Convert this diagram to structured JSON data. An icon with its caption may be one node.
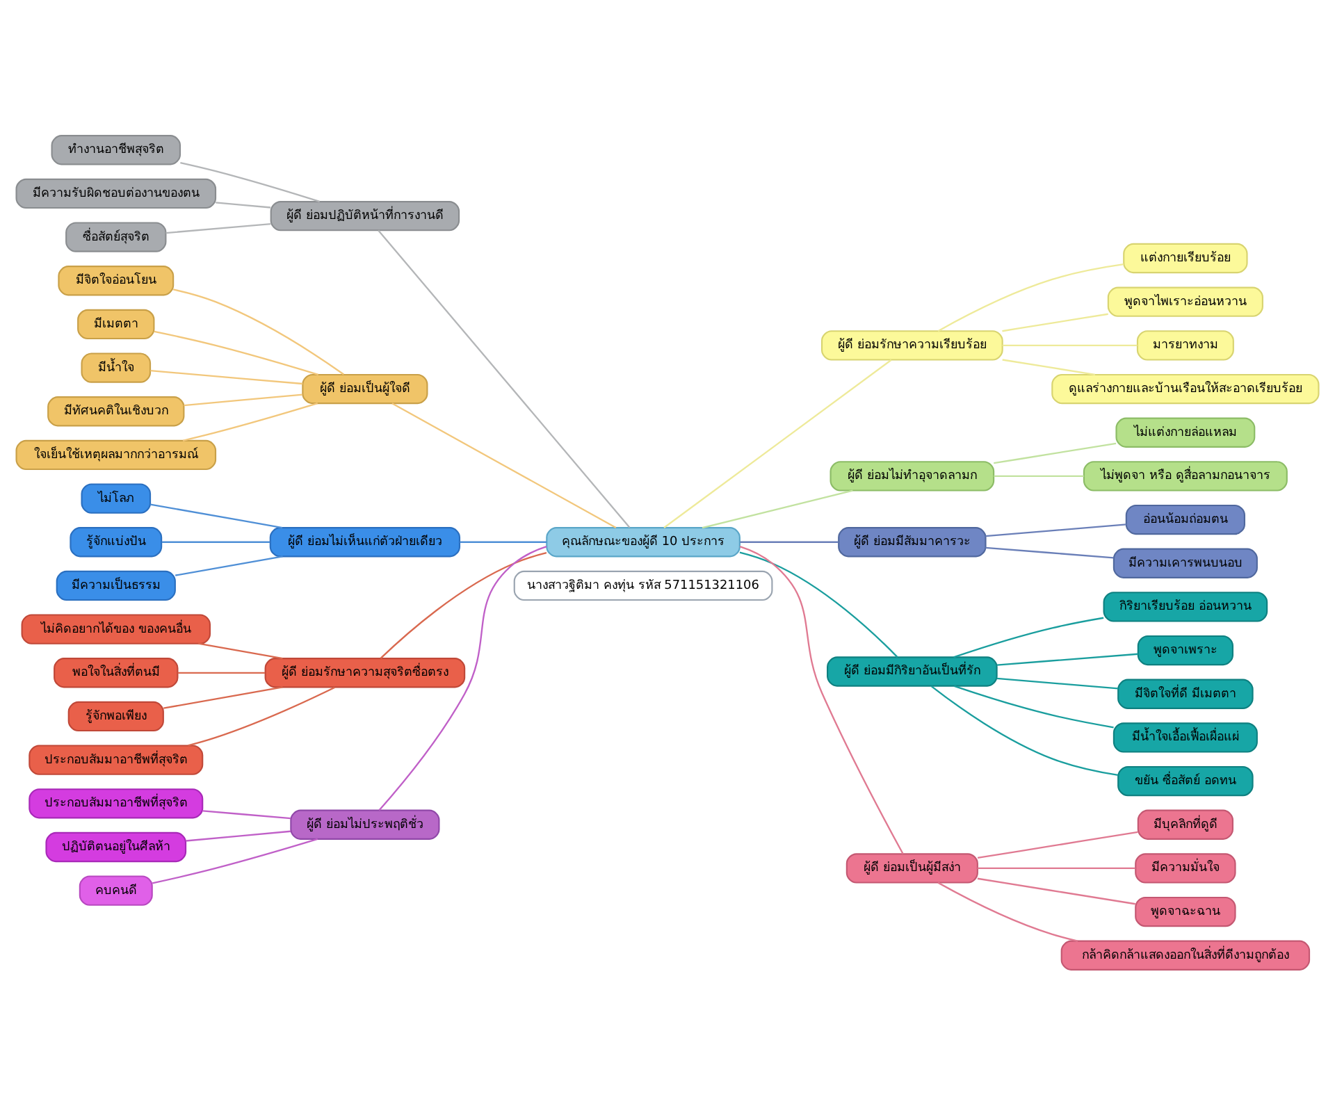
{
  "diagram": {
    "nodes": [
      {
        "text": [
          "คุณลักษณะของผู้ดี 10 ประการ"
        ]
      },
      {
        "text": [
          "ผู้ดี ย่อมปฏิบัติหน้าที่การงานดี"
        ]
      },
      {
        "text": [
          "ทำงานอาชีพสุจริต"
        ]
      },
      {
        "text": [
          "มีความรับผิดชอบต่องานของตน"
        ]
      },
      {
        "text": [
          "ซื่อสัตย์สุจริต"
        ]
      },
      {
        "text": [
          "ผู้ดี ย่อมเป็นผู้ใจดี"
        ]
      },
      {
        "text": [
          "มีจิตใจอ่อนโยน"
        ]
      },
      {
        "text": [
          "มีเมตตา"
        ]
      },
      {
        "text": [
          "มีน้ำใจ"
        ]
      },
      {
        "text": [
          "มีทัศนคติในเชิงบวก"
        ]
      },
      {
        "text": [
          "ใจเย็นใช้เหตุผลมากกว่าอารมณ์"
        ]
      },
      {
        "text": [
          "ผู้ดี ย่อมไม่เห็นแก่ตัวฝ่ายเดียว"
        ]
      },
      {
        "text": [
          "ไม่โลภ"
        ]
      },
      {
        "text": [
          "รู้จักแบ่งปัน"
        ]
      },
      {
        "text": [
          "มีความเป็นธรรม"
        ]
      },
      {
        "text": [
          "ผู้ดี ย่อมรักษาความสุจริตซื่อตรง"
        ]
      },
      {
        "text": [
          "ไม่คิดอยากได้ของ ของคนอื่น"
        ]
      },
      {
        "text": [
          "พอใจในสิ่งที่ตนมี"
        ]
      },
      {
        "text": [
          "รู้จักพอเพียง"
        ]
      },
      {
        "text": [
          "ประกอบสัมมาอาชีพที่สุจริต"
        ]
      },
      {
        "text": [
          "ผู้ดี ย่อมไม่ประพฤติชั่ว"
        ]
      },
      {
        "text": [
          "ประกอบสัมมาอาชีพที่สุจริต"
        ]
      },
      {
        "text": [
          "ปฏิบัติตนอยู่ในศีลห้า"
        ]
      },
      {
        "text": [
          "คบคนดี"
        ]
      },
      {
        "text": [
          "ผู้ดี ย่อมรักษาความเรียบร้อย"
        ]
      },
      {
        "text": [
          "แต่งกายเรียบร้อย"
        ]
      },
      {
        "text": [
          "พูดจาไพเราะอ่อนหวาน"
        ]
      },
      {
        "text": [
          "มารยาทงาม"
        ]
      },
      {
        "text": [
          "ดูแลร่างกายและบ้านเรือนให้สะอาดเรียบร้อย"
        ]
      },
      {
        "text": [
          "ผู้ดี ย่อมไม่ทำอุจาดลามก"
        ]
      },
      {
        "text": [
          "ไม่แต่งกายล่อแหลม"
        ]
      },
      {
        "text": [
          "ไม่พูดจา หรือ ดูสื่อลามกอนาจาร"
        ]
      },
      {
        "text": [
          "ผู้ดี ย่อมมีสัมมาคารวะ"
        ]
      },
      {
        "text": [
          "อ่อนน้อมถ่อมตน"
        ]
      },
      {
        "text": [
          "มีความเคารพนบนอบ"
        ]
      },
      {
        "text": [
          "ผู้ดี ย่อมมีกิริยาอันเป็นที่รัก"
        ]
      },
      {
        "text": [
          "กิริยาเรียบร้อย อ่อนหวาน"
        ]
      },
      {
        "text": [
          "พูดจาเพราะ"
        ]
      },
      {
        "text": [
          "มีจิตใจที่ดี มีเมตตา"
        ]
      },
      {
        "text": [
          "มีน้ำใจเอื้อเฟื้อเผื่อแผ่"
        ]
      },
      {
        "text": [
          "ขยัน ซื่อสัตย์ อดทน"
        ]
      },
      {
        "text": [
          "ผู้ดี ย่อมเป็นผู้มีสง่า"
        ]
      },
      {
        "text": [
          "มีบุคลิกที่ดูดี"
        ]
      },
      {
        "text": [
          "มีความมั่นใจ"
        ]
      },
      {
        "text": [
          "พูดจาฉะฉาน"
        ]
      },
      {
        "text": [
          "กล้าคิดกล้าแสดงออกในสิ่งที่ดีงามถูกต้อง"
        ]
      },
      {
        "text": [
          "นางสาวฐิติมา คงทุ่น รหัส 571151321106"
        ]
      }
    ],
    "edges": [
      {
        "from": 1,
        "to": 0,
        "arrow": "none",
        "color": "#b4b6b8"
      },
      {
        "from": 5,
        "to": 0,
        "arrow": "none",
        "color": "#f2c77c"
      },
      {
        "from": 11,
        "to": 0,
        "arrow": "none",
        "color": "#4f8fd6"
      },
      {
        "from": 15,
        "to": 0,
        "arrow": "none",
        "color": "#d9694f"
      },
      {
        "from": 20,
        "to": 0,
        "arrow": "none",
        "color": "#c060c8"
      },
      {
        "from": 2,
        "to": 1,
        "arrow": "none",
        "color": "#b4b6b8"
      },
      {
        "from": 3,
        "to": 1,
        "arrow": "none",
        "color": "#b4b6b8"
      },
      {
        "from": 4,
        "to": 1,
        "arrow": "none",
        "color": "#b4b6b8"
      },
      {
        "from": 6,
        "to": 5,
        "arrow": "none",
        "color": "#f2c77c"
      },
      {
        "from": 7,
        "to": 5,
        "arrow": "none",
        "color": "#f2c77c"
      },
      {
        "from": 8,
        "to": 5,
        "arrow": "none",
        "color": "#f2c77c"
      },
      {
        "from": 9,
        "to": 5,
        "arrow": "none",
        "color": "#f2c77c"
      },
      {
        "from": 10,
        "to": 5,
        "arrow": "none",
        "color": "#f2c77c"
      },
      {
        "from": 12,
        "to": 11,
        "arrow": "none",
        "color": "#4f8fd6"
      },
      {
        "from": 13,
        "to": 11,
        "arrow": "none",
        "color": "#4f8fd6"
      },
      {
        "from": 14,
        "to": 11,
        "arrow": "none",
        "color": "#4f8fd6"
      },
      {
        "from": 16,
        "to": 15,
        "arrow": "none",
        "color": "#d9694f"
      },
      {
        "from": 17,
        "to": 15,
        "arrow": "none",
        "color": "#d9694f"
      },
      {
        "from": 18,
        "to": 15,
        "arrow": "none",
        "color": "#d9694f"
      },
      {
        "from": 19,
        "to": 15,
        "arrow": "none",
        "color": "#d9694f"
      },
      {
        "from": 21,
        "to": 20,
        "arrow": "none",
        "color": "#c060c8"
      },
      {
        "from": 22,
        "to": 20,
        "arrow": "none",
        "color": "#c060c8"
      },
      {
        "from": 23,
        "to": 20,
        "arrow": "none",
        "color": "#c060c8"
      },
      {
        "from": 0,
        "to": 24,
        "arrow": "none",
        "color": "#eeea9a"
      },
      {
        "from": 0,
        "to": 29,
        "arrow": "none",
        "color": "#c2e2a0"
      },
      {
        "from": 0,
        "to": 32,
        "arrow": "none",
        "color": "#6a7fb8"
      },
      {
        "from": 0,
        "to": 35,
        "arrow": "none",
        "color": "#1a9e9e"
      },
      {
        "from": 0,
        "to": 41,
        "arrow": "none",
        "color": "#e07a92"
      },
      {
        "from": 24,
        "to": 25,
        "arrow": "none",
        "color": "#eeea9a"
      },
      {
        "from": 24,
        "to": 26,
        "arrow": "none",
        "color": "#eeea9a"
      },
      {
        "from": 24,
        "to": 27,
        "arrow": "none",
        "color": "#eeea9a"
      },
      {
        "from": 24,
        "to": 28,
        "arrow": "none",
        "color": "#eeea9a"
      },
      {
        "from": 29,
        "to": 30,
        "arrow": "none",
        "color": "#c2e2a0"
      },
      {
        "from": 29,
        "to": 31,
        "arrow": "none",
        "color": "#c2e2a0"
      },
      {
        "from": 32,
        "to": 33,
        "arrow": "none",
        "color": "#6a7fb8"
      },
      {
        "from": 32,
        "to": 34,
        "arrow": "none",
        "color": "#6a7fb8"
      },
      {
        "from": 35,
        "to": 36,
        "arrow": "none",
        "color": "#1a9e9e"
      },
      {
        "from": 35,
        "to": 37,
        "arrow": "none",
        "color": "#1a9e9e"
      },
      {
        "from": 35,
        "to": 38,
        "arrow": "none",
        "color": "#1a9e9e"
      },
      {
        "from": 35,
        "to": 39,
        "arrow": "none",
        "color": "#1a9e9e"
      },
      {
        "from": 35,
        "to": 40,
        "arrow": "none",
        "color": "#1a9e9e"
      },
      {
        "from": 41,
        "to": 42,
        "arrow": "none",
        "color": "#e07a92"
      },
      {
        "from": 41,
        "to": 43,
        "arrow": "none",
        "color": "#e07a92"
      },
      {
        "from": 41,
        "to": 44,
        "arrow": "none",
        "color": "#e07a92"
      },
      {
        "from": 41,
        "to": 45,
        "arrow": "none",
        "color": "#e07a92"
      }
    ]
  }
}
